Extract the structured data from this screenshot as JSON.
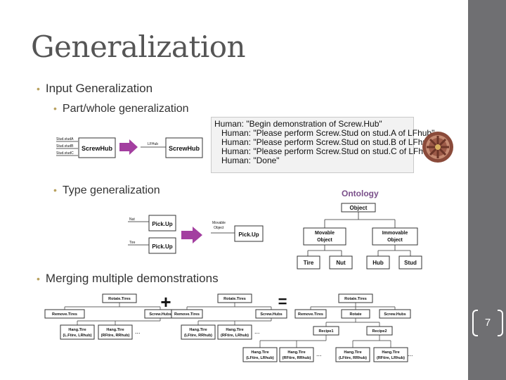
{
  "title": "Generalization",
  "bullets": {
    "input": "Input Generalization",
    "part_whole": "Part/whole generalization",
    "type": "Type generalization",
    "merging": "Merging multiple demonstrations"
  },
  "dialog": [
    "Human: \"Begin demonstration of Screw.Hub\"",
    "Human: \"Please perform Screw.Stud on stud.A of LFhub\"",
    "Human: \"Please perform Screw.Stud on stud.B of LFhub\"",
    "Human: \"Please perform Screw.Stud on stud.C of LFhub\"",
    "Human: \"Done\""
  ],
  "partwhole": {
    "inputs": [
      "Stud.studA",
      "Stud.studB",
      "Stud.studC"
    ],
    "box_left": "ScrewHub",
    "edge": "LFHub",
    "box_right": "ScrewHub"
  },
  "type_gen": {
    "in_top": "Nut",
    "box_top": "Pick.Up",
    "in_bottom": "Tire",
    "box_bottom": "Pick.Up",
    "merged_line1": "Movable",
    "merged_line2": "Object",
    "box_result": "Pick.Up"
  },
  "ontology": {
    "label": "Ontology",
    "root": "Object",
    "movable_1": "Movable",
    "movable_2": "Object",
    "immovable_1": "Immovable",
    "immovable_2": "Object",
    "leaves": [
      "Tire",
      "Nut",
      "Hub",
      "Stud"
    ]
  },
  "merge": {
    "tree1": {
      "root": "Rotate.Tires",
      "child_a": "Remove.Tires",
      "child_b": "Screw.Hubs",
      "leaf1_a": "Hang.Tire",
      "leaf1_b": "(L.Ftire, LRhub)",
      "leaf2_a": "Hang.Tire",
      "leaf2_b": "(RFtire, RRhub)",
      "ellipsis": "..."
    },
    "tree2": {
      "root": "Rotate.Tires",
      "child_a": "Remove.Tires",
      "child_b": "Screw.Hubs",
      "leaf1_a": "Hang.Tire",
      "leaf1_b": "(LFtire, RRhub)",
      "leaf2_a": "Hang.Tire",
      "leaf2_b": "(RFtire, LRhub)",
      "ellipsis": "..."
    },
    "tree3": {
      "root": "Rotate.Tires",
      "child_a": "Remove.Tires",
      "child_b": "Rotate",
      "child_c": "Screw.Hubs",
      "recipe1": "Recipe1",
      "recipe2": "Recipe2",
      "l1a": "Hang.Tire",
      "l1b": "(LFtire, LRhub)",
      "l2a": "Hang.Tire",
      "l2b": "(RFtire, RRhub)",
      "l3a": "Hang.Tire",
      "l3b": "(LFtire, RRhub)",
      "l4a": "Hang.Tire",
      "l4b": "(RFtire, LRhub)",
      "ellipsis": "..."
    },
    "plus": "+",
    "equals": "="
  },
  "page_number": "7",
  "colors": {
    "sidebar": "#6f6f72",
    "bullet": "#b9a15f",
    "arrow": "#a33fa0",
    "plus": "#c86bc6",
    "ontology_label": "#7a4f8a"
  }
}
